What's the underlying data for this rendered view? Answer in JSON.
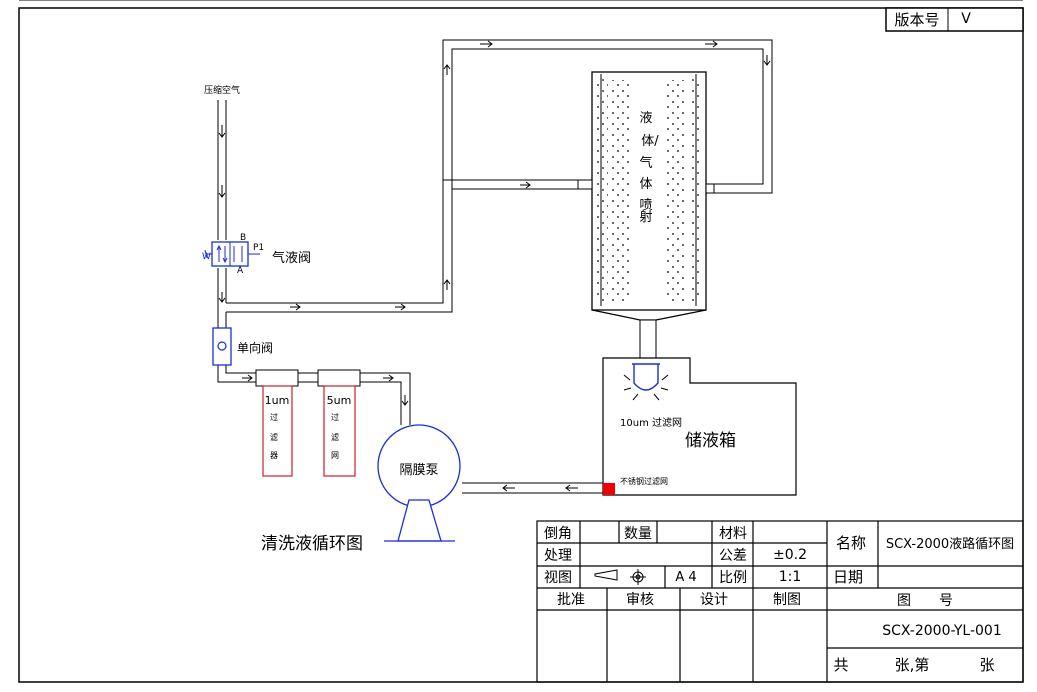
{
  "revision": {
    "label": "版本号",
    "value": "V"
  },
  "title": "清洗液循环图",
  "labels": {
    "compressed_air": "压缩空气",
    "port_b": "B",
    "port_p1": "P1",
    "port_w": "W",
    "port_a": "A",
    "air_liquid_valve": "气液阀",
    "check_valve": "单向阀",
    "filter_1um_rating": "1um",
    "filter_1um_name": [
      "过",
      "滤",
      "器"
    ],
    "filter_5um_rating": "5um",
    "filter_5um_name": [
      "过",
      "滤",
      "网"
    ],
    "pump": "隔膜泵",
    "spray_chamber": [
      "液",
      "体/",
      "气",
      "体",
      "喷",
      "射"
    ],
    "tank_filter": "10um 过滤网",
    "tank": "储液箱",
    "steel_filter": "不锈钢过滤网"
  },
  "colors": {
    "line": "#000000",
    "valve": "#1a2fd6",
    "filter_body": "#cc2222",
    "steel_filter_mark": "#ee0000"
  },
  "title_block": {
    "chamfer": "倒角",
    "quantity": "数量",
    "material": "材料",
    "treatment": "处理",
    "tolerance_label": "公差",
    "tolerance_value": "±0.2",
    "view": "视图",
    "paper": "A 4",
    "scale_label": "比例",
    "scale_value": "1:1",
    "approve": "批准",
    "review": "审核",
    "design": "设计",
    "draw": "制图",
    "name_label": "名称",
    "name_value": "SCX-2000液路循环图",
    "date_label": "日期",
    "drawing_no_label": "图　　号",
    "drawing_no_value": "SCX-2000-YL-001",
    "sheets_total": "共",
    "sheets_mid": "张,第",
    "sheets_end": "张"
  }
}
